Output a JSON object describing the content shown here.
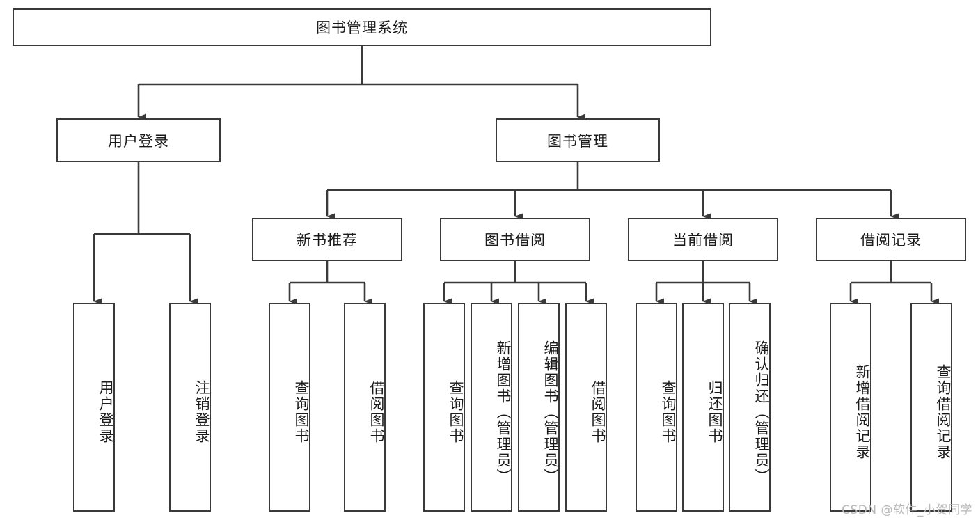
{
  "diagram": {
    "title": "图书管理系统",
    "type": "tree-hierarchy",
    "root": {
      "id": "root",
      "label": "图书管理系统"
    },
    "level2": [
      {
        "id": "user-login",
        "label": "用户登录"
      },
      {
        "id": "book-manage",
        "label": "图书管理"
      }
    ],
    "level3": [
      {
        "id": "new-book-rec",
        "label": "新书推荐",
        "parent": "book-manage"
      },
      {
        "id": "book-borrow",
        "label": "图书借阅",
        "parent": "book-manage"
      },
      {
        "id": "current-borrow",
        "label": "当前借阅",
        "parent": "book-manage"
      },
      {
        "id": "borrow-record",
        "label": "借阅记录",
        "parent": "book-manage"
      }
    ],
    "leaves": [
      {
        "id": "leaf-user-login",
        "label": "用户登录",
        "parent": "user-login"
      },
      {
        "id": "leaf-logout",
        "label": "注销登录",
        "parent": "user-login"
      },
      {
        "id": "leaf-query-book-1",
        "label": "查询图书",
        "parent": "new-book-rec"
      },
      {
        "id": "leaf-borrow-book-1",
        "label": "借阅图书",
        "parent": "new-book-rec"
      },
      {
        "id": "leaf-query-book-2",
        "label": "查询图书",
        "parent": "book-borrow"
      },
      {
        "id": "leaf-add-book",
        "label": "新增图书（管理员）",
        "parent": "book-borrow"
      },
      {
        "id": "leaf-edit-book",
        "label": "编辑图书（管理员）",
        "parent": "book-borrow"
      },
      {
        "id": "leaf-borrow-book-2",
        "label": "借阅图书",
        "parent": "book-borrow"
      },
      {
        "id": "leaf-query-book-3",
        "label": "查询图书",
        "parent": "current-borrow"
      },
      {
        "id": "leaf-return-book",
        "label": "归还图书",
        "parent": "current-borrow"
      },
      {
        "id": "leaf-confirm-return",
        "label": "确认归还（管理员）",
        "parent": "current-borrow"
      },
      {
        "id": "leaf-add-record",
        "label": "新增借阅记录",
        "parent": "borrow-record"
      },
      {
        "id": "leaf-query-record",
        "label": "查询借阅记录",
        "parent": "borrow-record"
      }
    ],
    "watermark": "CSDN @软件_小贺同学",
    "colors": {
      "box_border": "#3a3a3a",
      "box_fill": "#ffffff",
      "connector": "#3a3a3a",
      "text": "#1a1a1a",
      "watermark": "#b9b9b9",
      "background": "#ffffff"
    }
  }
}
